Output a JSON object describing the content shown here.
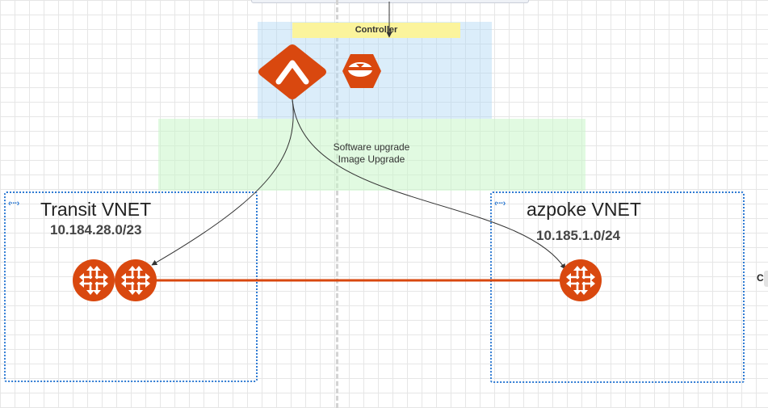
{
  "controller": {
    "label": "Controller"
  },
  "upgrade": {
    "line1": "Software upgrade",
    "line2": "Image Upgrade"
  },
  "transit": {
    "title": "Transit VNET",
    "cidr": "10.184.28.0/23"
  },
  "azpoke": {
    "title": "azpoke VNET",
    "cidr": "10.185.1.0/24"
  },
  "edge": {
    "label": "C"
  },
  "icons": {
    "vnet": "vnet-icon",
    "controller": "aviatrix-controller-icon",
    "copilot": "copilot-icon",
    "router": "router-icon"
  },
  "colors": {
    "accent": "#d9480f",
    "vnet_border": "#2f7bd3"
  }
}
